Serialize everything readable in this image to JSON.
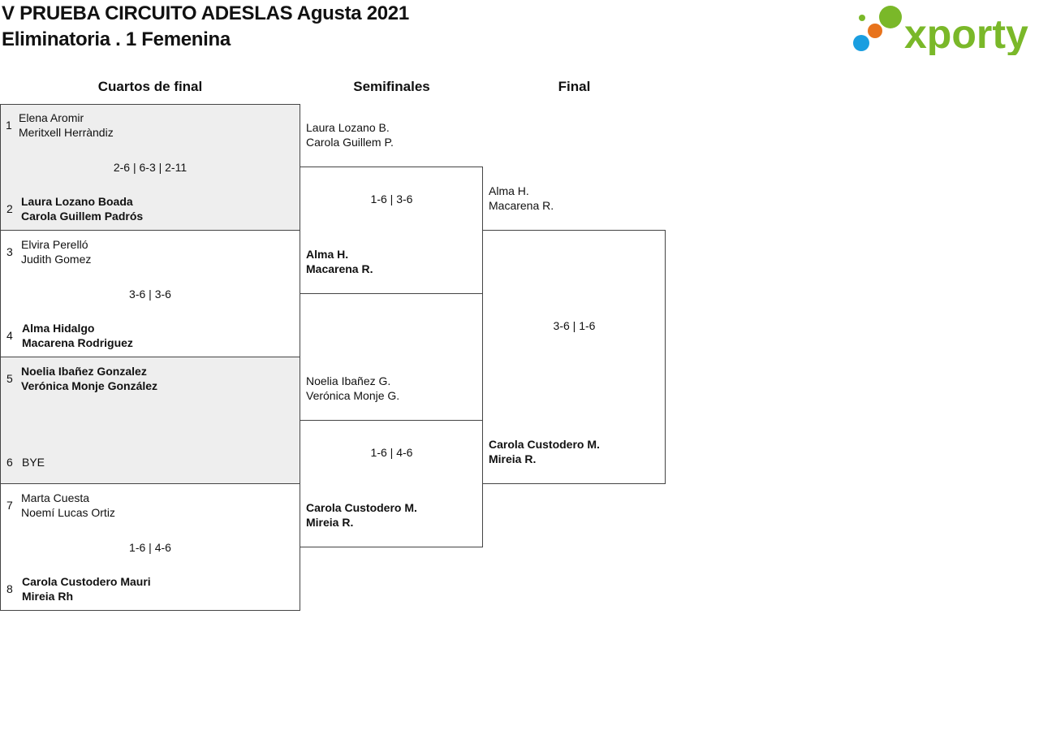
{
  "header": {
    "title_line1": "V PRUEBA CIRCUITO ADESLAS Agusta 2021",
    "title_line2": "Eliminatoria . 1 Femenina",
    "logo_text": "xporty"
  },
  "rounds": {
    "quarterfinals": "Cuartos de final",
    "semifinals": "Semifinales",
    "final": "Final"
  },
  "quarterfinals": [
    {
      "score": "2-6 | 6-3 | 2-11",
      "top": {
        "seed": "1",
        "p1": "Elena Aromir",
        "p2": "Meritxell Herràndiz"
      },
      "bottom": {
        "seed": "2",
        "p1": "Laura Lozano Boada",
        "p2": "Carola Guillem Padrós"
      }
    },
    {
      "score": "3-6 | 3-6",
      "top": {
        "seed": "3",
        "p1": "Elvira Perelló",
        "p2": "Judith Gomez"
      },
      "bottom": {
        "seed": "4",
        "p1": "Alma Hidalgo",
        "p2": "Macarena Rodriguez"
      }
    },
    {
      "score": "",
      "top": {
        "seed": "5",
        "p1": "Noelia Ibañez Gonzalez",
        "p2": "Verónica Monje González"
      },
      "bottom": {
        "seed": "6",
        "p1": "BYE",
        "p2": ""
      }
    },
    {
      "score": "1-6 | 4-6",
      "top": {
        "seed": "7",
        "p1": "Marta Cuesta",
        "p2": "Noemí Lucas Ortiz"
      },
      "bottom": {
        "seed": "8",
        "p1": "Carola Custodero Mauri",
        "p2": "Mireia Rh"
      }
    }
  ],
  "semifinals": [
    {
      "score": "1-6 | 3-6",
      "top": {
        "p1": "Laura Lozano B.",
        "p2": "Carola Guillem P."
      },
      "bottom": {
        "p1": "Alma H.",
        "p2": "Macarena R."
      }
    },
    {
      "score": "1-6 | 4-6",
      "top": {
        "p1": "Noelia Ibañez G.",
        "p2": "Verónica Monje G."
      },
      "bottom": {
        "p1": "Carola Custodero M.",
        "p2": "Mireia R."
      }
    }
  ],
  "final": {
    "score": "3-6 | 1-6",
    "top": {
      "p1": "Alma H.",
      "p2": "Macarena R."
    },
    "bottom": {
      "p1": "Carola Custodero M.",
      "p2": "Mireia R."
    }
  },
  "colors": {
    "logo_green": "#7ab829",
    "logo_blue": "#1a9ee0",
    "logo_orange": "#e8731c",
    "shade": "#eeeeee"
  }
}
